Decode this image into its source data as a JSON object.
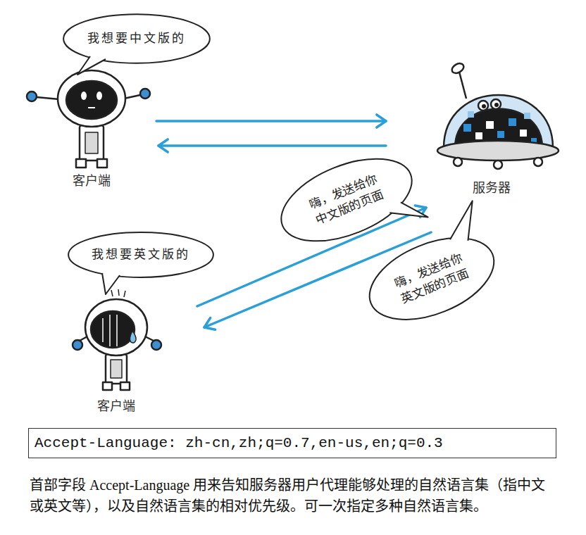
{
  "diagram": {
    "caption": "首部字段 Accept-Language 用来告知服务器用户代理能够处理的自然语言集（指中文或英文等），以及自然语言集的相对优先级。可一次指定多种自然语言集。",
    "nodes": [
      {
        "text": [
          "我想要中文版的"
        ]
      },
      {
        "text": [
          "客户端"
        ]
      },
      {
        "text": [
          "服务器"
        ]
      },
      {
        "text": [
          "嗨，发送给你中文版的页面"
        ]
      },
      {
        "text": [
          "我想要英文版的"
        ]
      },
      {
        "text": [
          "嗨，发送给你英文版的页面"
        ]
      },
      {
        "text": [
          "客户端"
        ]
      },
      {
        "text": [
          "Accept-Language: zh-cn,zh;q=0.7,en-us,en;q=0.3"
        ]
      }
    ],
    "edges": [
      {
        "from": 1,
        "to": 2,
        "arrow": "to"
      },
      {
        "from": 2,
        "to": 1,
        "arrow": "to"
      },
      {
        "from": 6,
        "to": 2,
        "arrow": "to"
      },
      {
        "from": 2,
        "to": 6,
        "arrow": "to"
      }
    ]
  }
}
